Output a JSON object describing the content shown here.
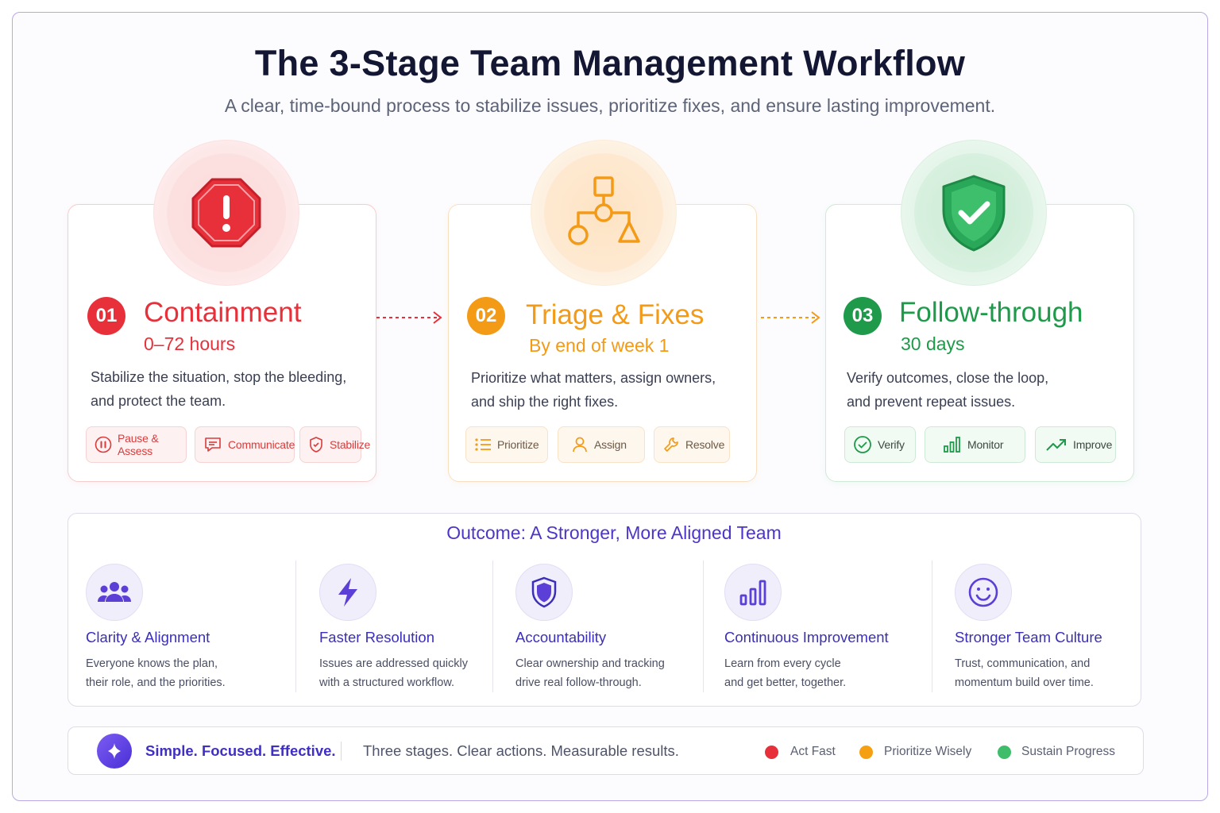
{
  "header": {
    "title": "The 3-Stage Team Management Workflow",
    "subtitle": "A clear, time-bound process to stabilize issues, prioritize fixes, and ensure lasting improvement."
  },
  "colors": {
    "red": "#e8303a",
    "orange": "#f39a16",
    "green": "#1e9a4a",
    "purple": "#4d35c9"
  },
  "stages": [
    {
      "number": "01",
      "name": "Containment",
      "timeframe": "0–72 hours",
      "desc_line1": "Stabilize the situation, stop the bleeding,",
      "desc_line2": "and protect the team.",
      "icon": "stop-alert-icon",
      "chips": [
        {
          "label": "Pause & Assess",
          "icon": "pause-icon"
        },
        {
          "label": "Communicate",
          "icon": "chat-icon"
        },
        {
          "label": "Stabilize",
          "icon": "shield-icon"
        }
      ]
    },
    {
      "number": "02",
      "name": "Triage & Fixes",
      "timeframe": "By end of week 1",
      "desc_line1": "Prioritize what matters, assign owners,",
      "desc_line2": "and ship the right fixes.",
      "icon": "hierarchy-icon",
      "chips": [
        {
          "label": "Prioritize",
          "icon": "list-icon"
        },
        {
          "label": "Assign",
          "icon": "user-icon"
        },
        {
          "label": "Resolve",
          "icon": "wrench-icon"
        }
      ]
    },
    {
      "number": "03",
      "name": "Follow-through",
      "timeframe": "30 days",
      "desc_line1": "Verify outcomes, close the loop,",
      "desc_line2": "and prevent repeat issues.",
      "icon": "shield-check-icon",
      "chips": [
        {
          "label": "Verify",
          "icon": "check-circle-icon"
        },
        {
          "label": "Monitor",
          "icon": "bar-chart-icon"
        },
        {
          "label": "Improve",
          "icon": "trend-up-icon"
        }
      ]
    }
  ],
  "outcome": {
    "title": "Outcome:  A Stronger, More Aligned Team",
    "items": [
      {
        "title": "Clarity & Alignment",
        "line1": "Everyone knows the plan,",
        "line2": "their role, and the priorities.",
        "icon": "team-icon"
      },
      {
        "title": "Faster Resolution",
        "line1": "Issues are addressed quickly",
        "line2": "with a structured workflow.",
        "icon": "lightning-icon"
      },
      {
        "title": "Accountability",
        "line1": "Clear ownership and tracking",
        "line2": "drive real follow-through.",
        "icon": "shield-icon"
      },
      {
        "title": "Continuous Improvement",
        "line1": "Learn from every cycle",
        "line2": "and get better, together.",
        "icon": "bar-chart-icon"
      },
      {
        "title": "Stronger Team Culture",
        "line1": "Trust, communication, and",
        "line2": "momentum build over time.",
        "icon": "smiley-icon"
      }
    ]
  },
  "footer": {
    "tagline": "Simple. Focused. Effective.",
    "text": "Three stages. Clear actions. Measurable results.",
    "legend": [
      {
        "label": "Act Fast",
        "color": "#e8303a"
      },
      {
        "label": "Prioritize Wisely",
        "color": "#f5a012"
      },
      {
        "label": "Sustain Progress",
        "color": "#3fbd6a"
      }
    ]
  }
}
